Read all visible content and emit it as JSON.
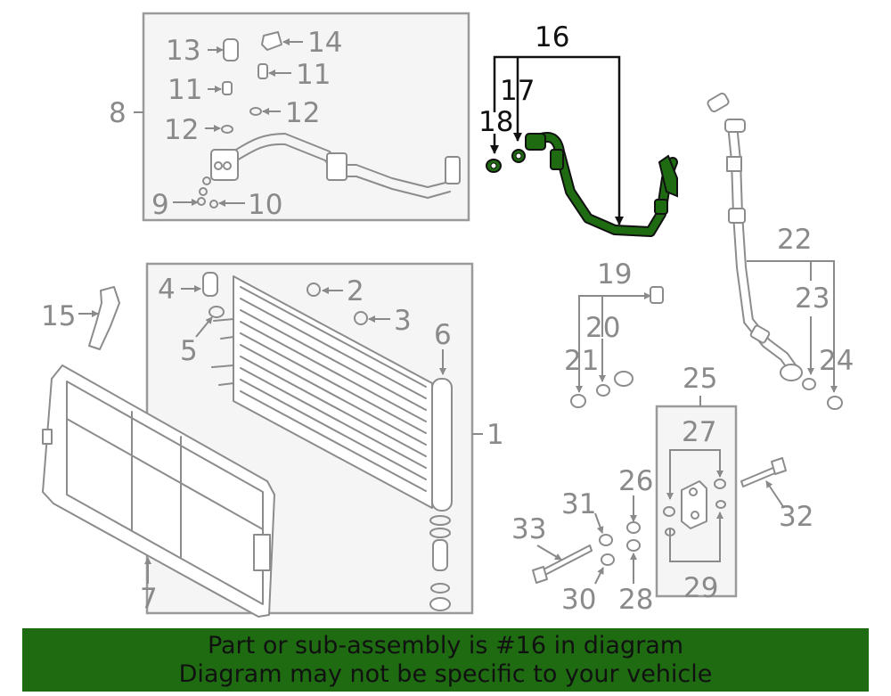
{
  "callouts": {
    "c1": "1",
    "c2": "2",
    "c3": "3",
    "c4": "4",
    "c5": "5",
    "c6": "6",
    "c7": "7",
    "c8": "8",
    "c9": "9",
    "c10": "10",
    "c11a": "11",
    "c11b": "11",
    "c12a": "12",
    "c12b": "12",
    "c13": "13",
    "c14": "14",
    "c15": "15",
    "c16": "16",
    "c17": "17",
    "c18": "18",
    "c19": "19",
    "c20": "20",
    "c21": "21",
    "c22": "22",
    "c23": "23",
    "c24": "24",
    "c25": "25",
    "c26": "26",
    "c27": "27",
    "c28": "28",
    "c29": "29",
    "c30": "30",
    "c31": "31",
    "c32": "32",
    "c33": "33"
  },
  "highlight_color": "#1e6b12",
  "banner": {
    "line1": "Part or sub-assembly is #16 in diagram",
    "line2": "Diagram may not be specific to your vehicle"
  }
}
